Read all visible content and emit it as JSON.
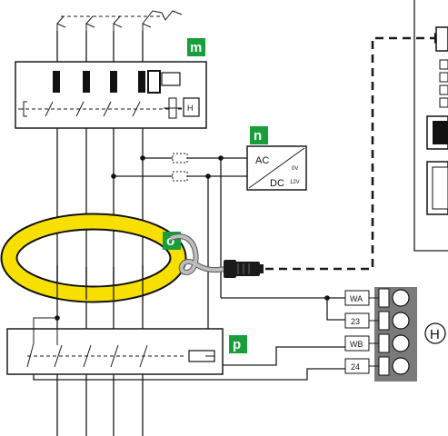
{
  "labels": {
    "m": "m",
    "n": "n",
    "o": "o",
    "p": "p",
    "h": "H"
  },
  "module_n": {
    "ac": "AC",
    "dc": "DC",
    "v0": "0V",
    "v12": "12V"
  },
  "terminals": [
    "WA",
    "23",
    "WB",
    "24"
  ],
  "colors": {
    "tag_green": "#1a9e3c",
    "coil_yellow": "#f7e000",
    "connector_grey": "#bdbdbd",
    "terminal_block": "#7a7a7a"
  }
}
